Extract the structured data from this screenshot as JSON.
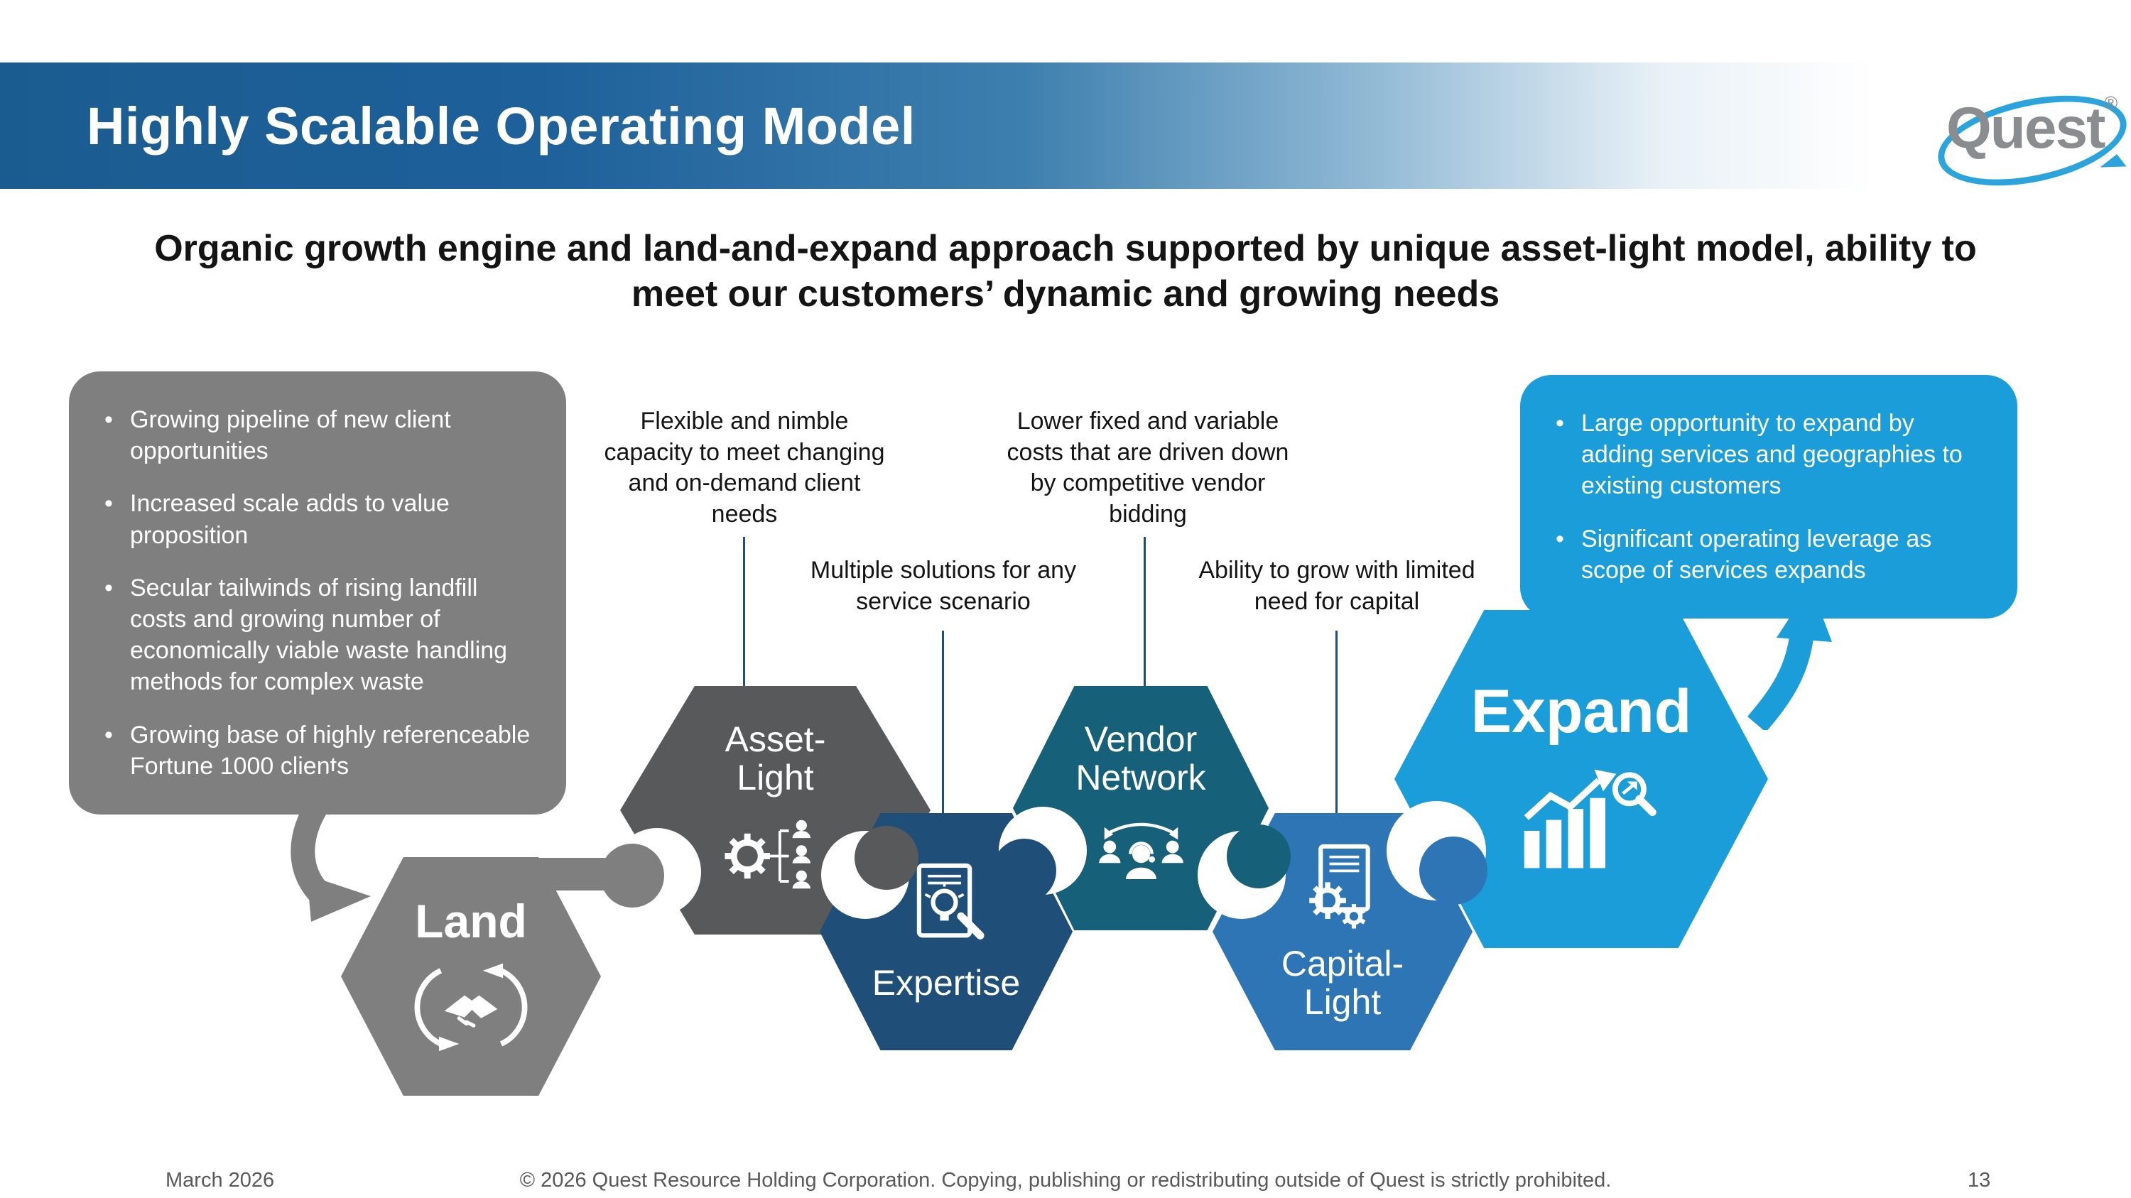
{
  "slide": {
    "title": "Highly Scalable Operating Model",
    "subtitle": "Organic growth engine and land-and-expand approach supported by unique asset-light model, ability to meet our customers’ dynamic and growing needs",
    "logo": {
      "text": "Quest",
      "registered_mark": "®"
    },
    "footer": {
      "date": "March 2026",
      "copyright": "© 2026 Quest Resource Holding Corporation.  Copying, publishing or redistributing outside of Quest is strictly prohibited.",
      "page_number": "13"
    }
  },
  "left_callout": {
    "background": "#7f7f7f",
    "bullets": [
      "Growing pipeline of new client opportunities",
      "Increased scale adds to value proposition",
      "Secular tailwinds of rising landfill costs and growing number of economically viable waste handling methods for complex waste",
      "Growing base of highly referenceable Fortune 1000 clients"
    ]
  },
  "right_callout": {
    "background": "#1b9dd9",
    "bullets": [
      "Large opportunity to expand by adding services and geographies to existing customers",
      "Significant operating leverage as scope of services expands"
    ]
  },
  "annotations": [
    {
      "text": "Flexible and nimble capacity to meet changing and on-demand client needs"
    },
    {
      "text": "Multiple solutions for any service scenario"
    },
    {
      "text": "Lower fixed and variable costs that are driven down by competitive vendor bidding"
    },
    {
      "text": "Ability to grow with limited need for capital"
    }
  ],
  "hexagons": [
    {
      "label": "Land",
      "color": "#7f7f7f",
      "icon": "handshake-icon"
    },
    {
      "label": "Asset-\nLight",
      "color": "#58595b",
      "icon": "gear-people-icon"
    },
    {
      "label": "Expertise",
      "color": "#1f4e79",
      "icon": "document-lightbulb-icon"
    },
    {
      "label": "Vendor\nNetwork",
      "color": "#16607a",
      "icon": "people-network-icon"
    },
    {
      "label": "Capital-\nLight",
      "color": "#2e75b6",
      "icon": "document-gear-icon"
    },
    {
      "label": "Expand",
      "color": "#1b9dd9",
      "icon": "growth-chart-icon"
    }
  ],
  "colors": {
    "header_gradient_start": "#1b5c90",
    "leader_line": "#1f4e79",
    "logo_swoosh": "#2ba3dc",
    "footer_text": "#595959"
  }
}
